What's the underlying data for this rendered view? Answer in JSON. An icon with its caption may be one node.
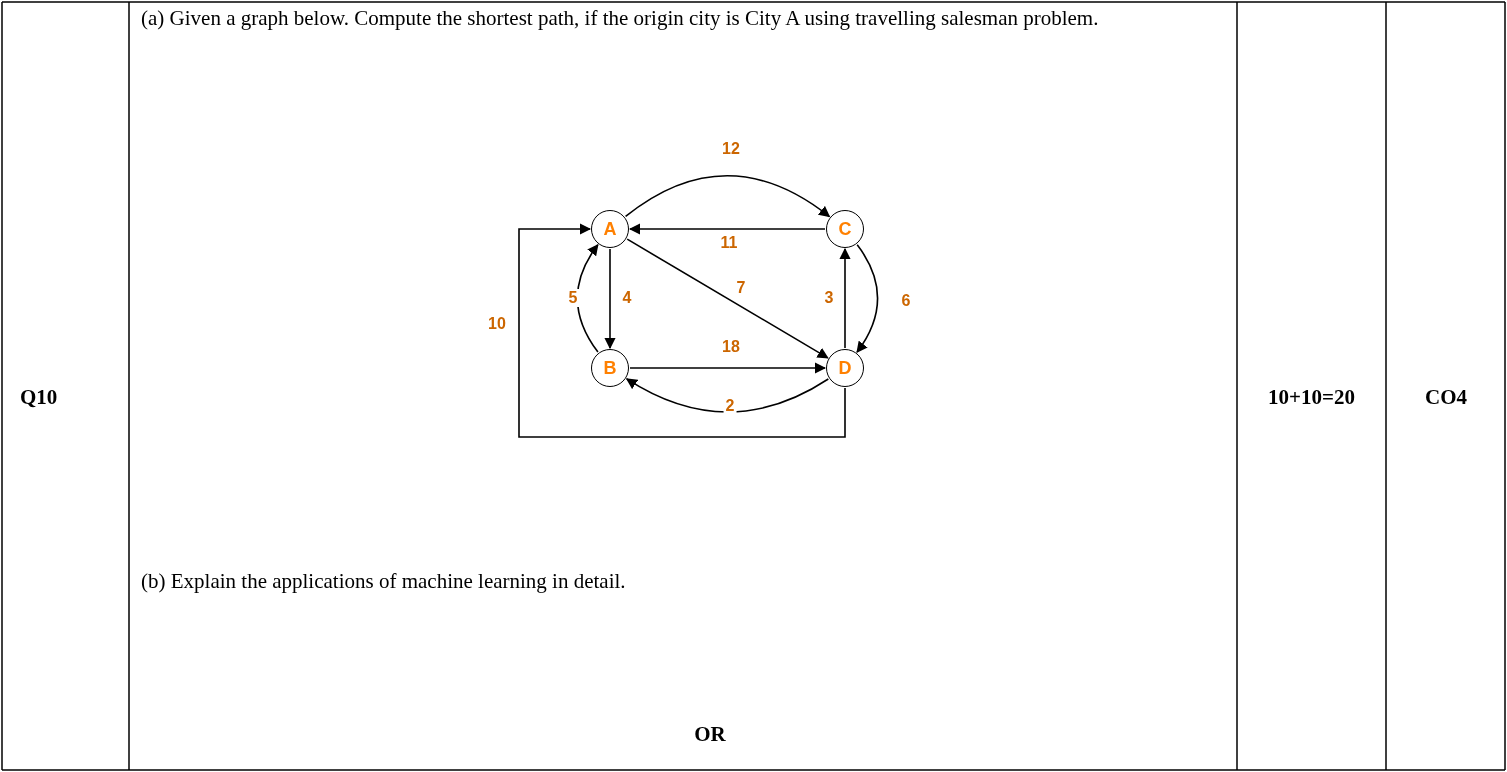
{
  "diagram": {
    "nodes": [
      {
        "text": [
          "A"
        ]
      },
      {
        "text": [
          "C"
        ]
      },
      {
        "text": [
          "B"
        ]
      },
      {
        "text": [
          "D"
        ]
      }
    ],
    "edges": [
      {
        "from": 0,
        "to": 1,
        "arrow": "to",
        "label": "12"
      },
      {
        "from": 1,
        "to": 0,
        "arrow": "to",
        "label": "11"
      },
      {
        "from": 0,
        "to": 2,
        "arrow": "to",
        "label": "4"
      },
      {
        "from": 2,
        "to": 0,
        "arrow": "to",
        "label": "5"
      },
      {
        "from": 0,
        "to": 3,
        "arrow": "to",
        "label": "7"
      },
      {
        "from": 3,
        "to": 1,
        "arrow": "to",
        "label": "3"
      },
      {
        "from": 1,
        "to": 3,
        "arrow": "to",
        "label": "6"
      },
      {
        "from": 2,
        "to": 3,
        "arrow": "to",
        "label": "18"
      },
      {
        "from": 3,
        "to": 2,
        "arrow": "to",
        "label": "2"
      },
      {
        "from": 3,
        "to": 0,
        "arrow": "to",
        "label": "10"
      }
    ],
    "labels": [
      "Q10",
      "(a) Given a graph below. Compute the shortest path, if the origin city is City A using travelling salesman problem.",
      "(b) Explain the applications of machine learning in detail.",
      "OR",
      "10+10=20",
      "CO4"
    ]
  }
}
